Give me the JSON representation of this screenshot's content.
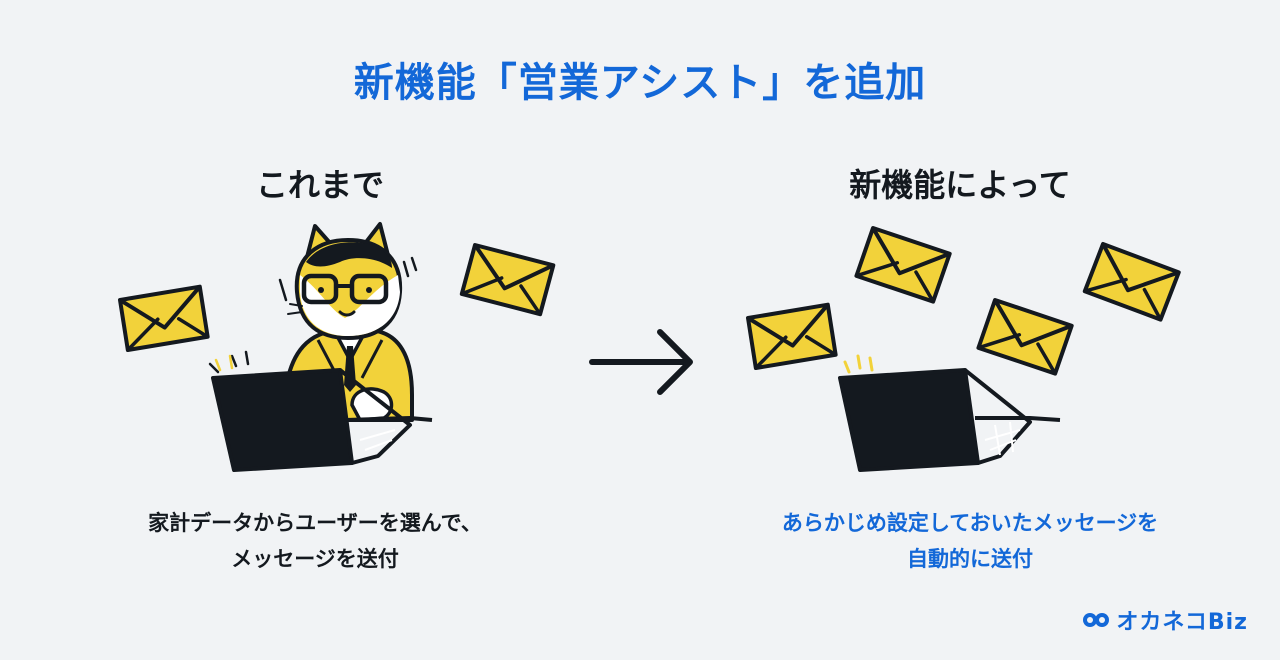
{
  "title": "新機能「営業アシスト」を追加",
  "before": {
    "heading": "これまで",
    "caption_line1": "家計データからユーザーを選んで、",
    "caption_line2": "メッセージを送付"
  },
  "after": {
    "heading": "新機能によって",
    "caption_line1": "あらかじめ設定しておいたメッセージを",
    "caption_line2": "自動的に送付"
  },
  "logo": {
    "text": "オカネコBiz",
    "icon": "okaneko-logo-icon"
  },
  "colors": {
    "accent_blue": "#1368d8",
    "envelope_yellow": "#f2d23a",
    "ink": "#14191f",
    "background": "#f1f3f5"
  },
  "icons": [
    "envelope-icon",
    "laptop-icon",
    "cat-character",
    "arrow-right-icon"
  ]
}
